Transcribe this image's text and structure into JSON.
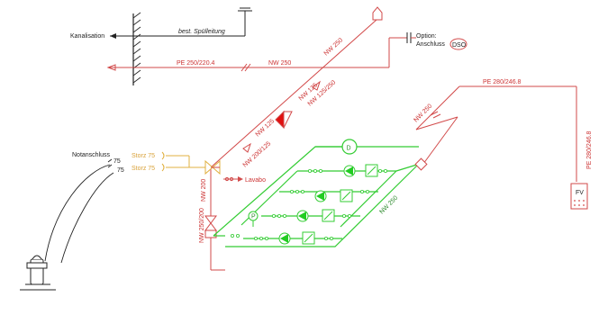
{
  "colors": {
    "pipe_red": "#d24a4a",
    "pipe_green": "#33cc33",
    "pipe_orange": "#e0b040",
    "line_black": "#222222",
    "valve_fill_red": "#e01010"
  },
  "labels": {
    "kanalisation": "Kanalisation",
    "spuelleitung": "best. Spülleitung",
    "pe_main": "PE 250/220.4",
    "nw250_main": "NW 250",
    "nw250_riser": "NW 250",
    "option": "Option:",
    "anschluss": "Anschluss",
    "dso": "DSO",
    "nw125_a": "NW 125",
    "nw125_b": "NW 125",
    "nw125_250": "NW 125/250",
    "nw200_125": "NW 200/125",
    "nw200": "NW 200",
    "nw250_200": "NW 250/200",
    "lavabo": "Lavabo",
    "storz_1": "Storz 75",
    "storz_2": "Storz 75",
    "notanschluss": "Notanschluss",
    "hose_75_a": "75",
    "hose_75_b": "75",
    "pe_280_top": "PE 280/246.8",
    "pe_280_right": "PE 280/246.8",
    "nw250_upper": "NW 250",
    "nw250_green": "NW 250",
    "fv": "FV",
    "d_badge": "D",
    "p_badge": "P"
  },
  "icons": [
    "wall-hatch-icon",
    "roof-vent-icon",
    "check-valve-icon",
    "gate-valve-icon",
    "pump-icon",
    "control-valve-icon",
    "pressure-gauge-icon",
    "hydrant-icon",
    "control-box-icon",
    "flow-arrow-icon",
    "capacitor-icon"
  ]
}
